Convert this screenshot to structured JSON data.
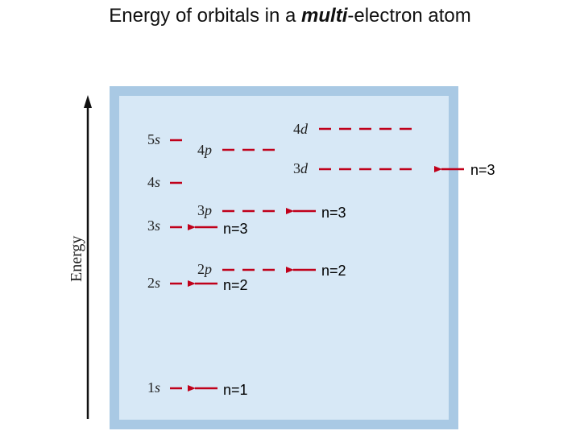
{
  "title": {
    "prefix": "Energy of orbitals in a ",
    "emphasis": "multi",
    "suffix": "-electron atom"
  },
  "axis_label": "Energy",
  "colors": {
    "level": "#c0001a",
    "arrow": "#c0001a",
    "panel_border": "#a9c9e4",
    "panel_fill": "#d7e8f6"
  },
  "orbitals": {
    "s1": {
      "num": "1",
      "l": "s"
    },
    "s2": {
      "num": "2",
      "l": "s"
    },
    "s3": {
      "num": "3",
      "l": "s"
    },
    "s4": {
      "num": "4",
      "l": "s"
    },
    "s5": {
      "num": "5",
      "l": "s"
    },
    "p2": {
      "num": "2",
      "l": "p"
    },
    "p3": {
      "num": "3",
      "l": "p"
    },
    "p4": {
      "num": "4",
      "l": "p"
    },
    "d3": {
      "num": "3",
      "l": "d"
    },
    "d4": {
      "num": "4",
      "l": "d"
    }
  },
  "annotations": {
    "n1": "n=1",
    "n2_s": "n=2",
    "n2_p": "n=2",
    "n3_s": "n=3",
    "n3_p": "n=3",
    "n3_d": "n=3"
  }
}
